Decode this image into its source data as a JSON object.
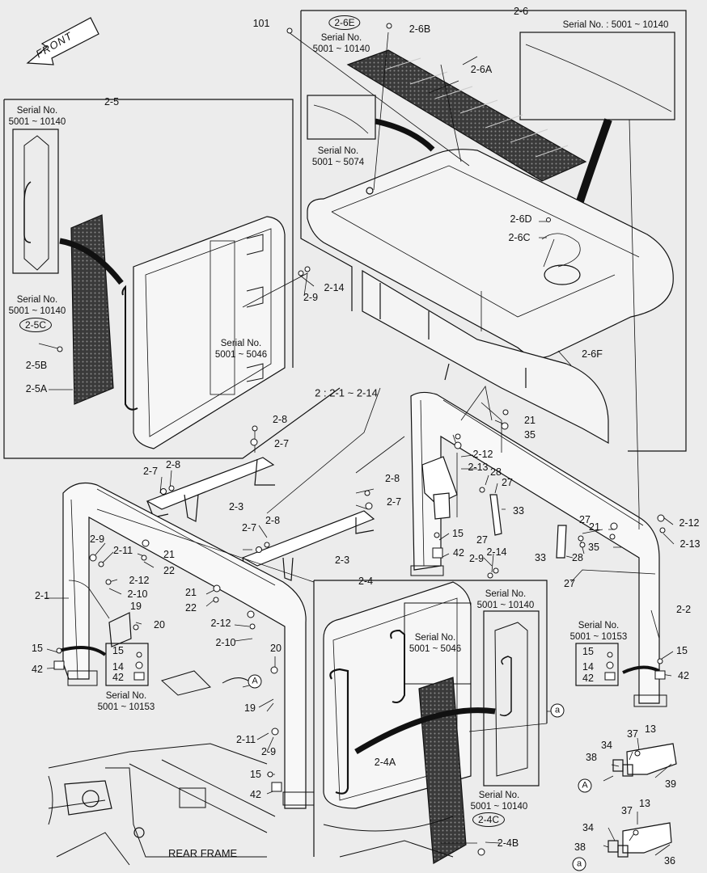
{
  "front_label": "FRONT",
  "rear_frame_label": "REAR FRAME",
  "group_formula": "2 : 2-1 ~ 2-14",
  "callouts": {
    "c101": "101",
    "c2_6": "2-6",
    "c2_6B": "2-6B",
    "c2_6A": "2-6A",
    "c2_6D": "2-6D",
    "c2_6C": "2-6C",
    "c2_6F": "2-6F",
    "c2_5": "2-5",
    "c2_5B": "2-5B",
    "c2_5A": "2-5A",
    "c2_14a": "2-14",
    "c2_9a": "2-9",
    "c2_8a": "2-8",
    "c2_7a": "2-7",
    "c2_7b": "2-7",
    "c2_8b": "2-8",
    "c2_3a": "2-3",
    "c2_8c": "2-8",
    "c2_7c": "2-7",
    "c2_8d": "2-8",
    "c2_7d": "2-7",
    "c2_3b": "2-3",
    "c2_9b": "2-9",
    "c2_11a": "2-11",
    "c21a": "21",
    "c22a": "22",
    "c2_12a": "2-12",
    "c2_10a": "2-10",
    "c2_1": "2-1",
    "c19a": "19",
    "c20a": "20",
    "c21b": "21",
    "c22b": "22",
    "c2_12b": "2-12",
    "c2_10b": "2-10",
    "c15a": "15",
    "c42a": "42",
    "c15b": "15",
    "c14a": "14",
    "c42b": "42",
    "c20b": "20",
    "c19b": "19",
    "c2_11b": "2-11",
    "c2_9c": "2-9",
    "c15c": "15",
    "c42c": "42",
    "c21c": "21",
    "c35a": "35",
    "c2_12c": "2-12",
    "c2_13a": "2-13",
    "c28a": "28",
    "c27a": "27",
    "c33a": "33",
    "c27b": "27",
    "c15d": "15",
    "c42d": "42",
    "c2_9d": "2-9",
    "c2_14b": "2-14",
    "c2_4": "2-4",
    "c27c": "27",
    "c21d": "21",
    "c35b": "35",
    "c2_12d": "2-12",
    "c2_13b": "2-13",
    "c33b": "33",
    "c28b": "28",
    "c27d": "27",
    "c2_2": "2-2",
    "c15e": "15",
    "c14b": "14",
    "c42e": "42",
    "c15f": "15",
    "c42f": "42",
    "c2_4A": "2-4A",
    "c2_4B": "2-4B",
    "c13a": "13",
    "c37a": "37",
    "c34a": "34",
    "c38a": "38",
    "c39": "39",
    "c13b": "13",
    "c37b": "37",
    "c34b": "34",
    "c38b": "38",
    "c36": "36"
  },
  "ovals": {
    "o2_6E": "2-6E",
    "o2_5C": "2-5C",
    "o2_4C": "2-4C"
  },
  "markers": {
    "mA1": "A",
    "ma1": "a",
    "mA2": "A",
    "ma2": "a"
  },
  "serial_notes": {
    "n1_line1": "Serial No. : 5001 ~ 10140",
    "n2_l1": "Serial No.",
    "n2_l2": "5001 ~ 10140",
    "n3_l1": "Serial No.",
    "n3_l2": "5001 ~ 5074",
    "n4_l1": "Serial No.",
    "n4_l2": "5001 ~ 10140",
    "n5_l1": "Serial No.",
    "n5_l2": "5001 ~ 10140",
    "n6_l1": "Serial No.",
    "n6_l2": "5001 ~ 5046",
    "n7_l1": "Serial No.",
    "n7_l2": "5001 ~ 10140",
    "n8_l1": "Serial No.",
    "n8_l2": "5001 ~ 5046",
    "n9_l1": "Serial No.",
    "n9_l2": "5001 ~ 10153",
    "n10_l1": "Serial No.",
    "n10_l2": "5001 ~ 10153",
    "n11_l1": "Serial No.",
    "n11_l2": "5001 ~ 10140"
  },
  "colors": {
    "line": "#111111",
    "background": "#ececec",
    "mesh": "#2a2a2a"
  }
}
